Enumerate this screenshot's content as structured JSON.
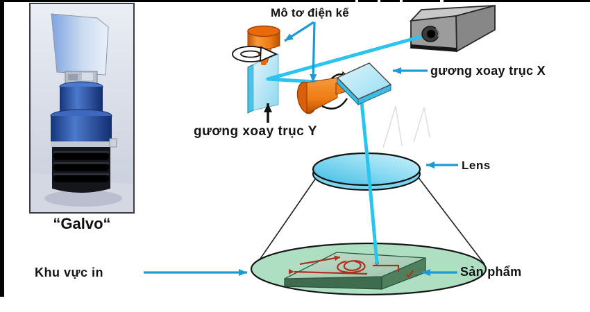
{
  "slide": {
    "labels": {
      "galvanometer_motor": "Mô tơ điện kế",
      "mirror_y": "gương xoay trục Y",
      "mirror_x": "gương xoay trục X",
      "lens": "Lens",
      "product": "Sản phẩm",
      "print_area": "Khu vực in",
      "galvo_caption": "“Galvo“"
    },
    "colors": {
      "laser_beam": "#2BC4EF",
      "callout_arrow": "#1C9AD6",
      "pointer_arrow_black": "#111111",
      "motor_orange": "#F5821F",
      "mirror_blue": "#BFE9F8",
      "lens_blue": "#8FDCF3",
      "work_area_green": "#AEDFC2",
      "plate_top_green": "#AFCFBB",
      "marking_red": "#AE2F1D",
      "laser_body_gray": "#9C9C9C"
    }
  }
}
